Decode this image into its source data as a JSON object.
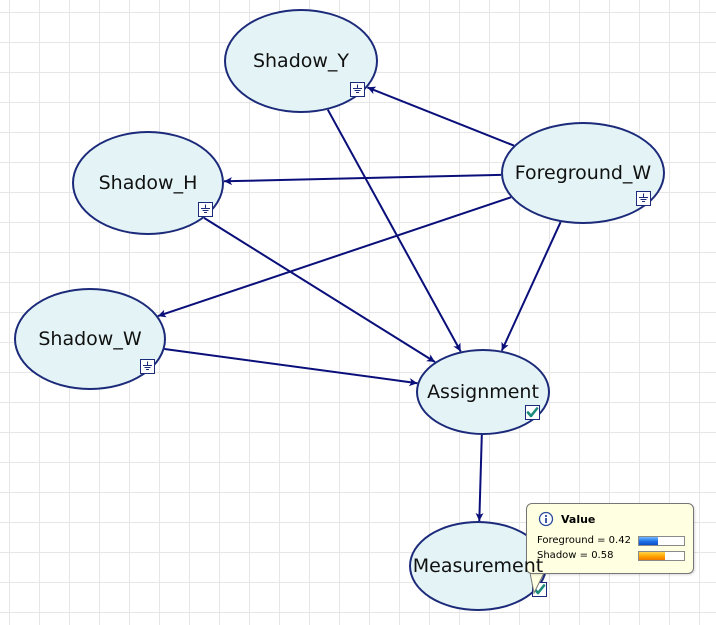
{
  "nodes": {
    "shadow_y": {
      "label": "Shadow_Y",
      "badge": "ground-icon"
    },
    "shadow_h": {
      "label": "Shadow_H",
      "badge": "ground-icon"
    },
    "foreground_w": {
      "label": "Foreground_W",
      "badge": "ground-icon"
    },
    "shadow_w": {
      "label": "Shadow_W",
      "badge": "ground-icon"
    },
    "assignment": {
      "label": "Assignment",
      "badge": "check-icon"
    },
    "measurement": {
      "label": "Measurement",
      "badge": "check-icon"
    }
  },
  "edges": [
    [
      "foreground_w",
      "shadow_y"
    ],
    [
      "foreground_w",
      "shadow_h"
    ],
    [
      "foreground_w",
      "shadow_w"
    ],
    [
      "foreground_w",
      "assignment"
    ],
    [
      "shadow_y",
      "assignment"
    ],
    [
      "shadow_h",
      "assignment"
    ],
    [
      "shadow_w",
      "assignment"
    ],
    [
      "assignment",
      "measurement"
    ]
  ],
  "tooltip": {
    "title": "Value",
    "rows": [
      {
        "label": "Foreground = 0.42",
        "value": 0.42
      },
      {
        "label": "Shadow = 0.58",
        "value": 0.58
      }
    ]
  },
  "colors": {
    "edge": "#0a0f7a",
    "node_fill": "#e4f4f6",
    "node_border": "#1c2a7a",
    "check": "#1a8a7a",
    "tooltip_bg": "#ffffe1"
  }
}
